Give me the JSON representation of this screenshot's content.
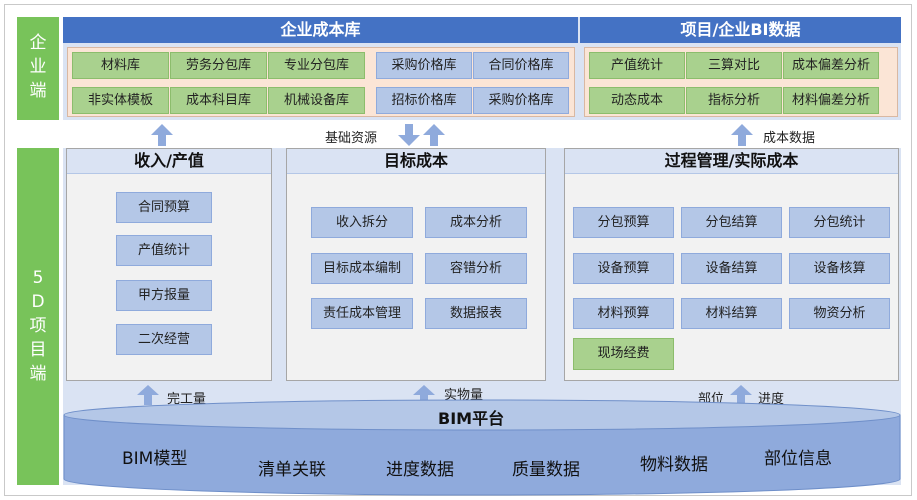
{
  "enterprise_side_label": "企业端",
  "project_side_label": "5D项目端",
  "enterprise_library": {
    "title": "企业成本库",
    "group1": [
      "材料库",
      "劳务分包库",
      "专业分包库",
      "非实体模板",
      "成本科目库",
      "机械设备库"
    ],
    "group2": [
      "采购价格库",
      "合同价格库",
      "招标价格库",
      "采购价格库"
    ]
  },
  "project_bi": {
    "title": "项目/企业BI数据",
    "items": [
      "产值统计",
      "三算对比",
      "成本偏差分析",
      "动态成本",
      "指标分析",
      "材料偏差分析"
    ]
  },
  "connectors": {
    "base_resources": "基础资源",
    "cost_data": "成本数据",
    "completed_qty": "完工量",
    "physical_qty": "实物量",
    "location": "部位",
    "progress": "进度"
  },
  "income_box": {
    "title": "收入/产值",
    "items": [
      "合同预算",
      "产值统计",
      "甲方报量",
      "二次经营"
    ]
  },
  "target_box": {
    "title": "目标成本",
    "items": [
      "收入拆分",
      "成本分析",
      "目标成本编制",
      "容错分析",
      "责任成本管理",
      "数据报表"
    ]
  },
  "process_box": {
    "title": "过程管理/实际成本",
    "items": [
      "分包预算",
      "分包结算",
      "分包统计",
      "设备预算",
      "设备结算",
      "设备核算",
      "材料预算",
      "材料结算",
      "物资分析",
      "现场经费"
    ]
  },
  "bim_platform": {
    "title": "BIM平台",
    "items": [
      "BIM模型",
      "清单关联",
      "进度数据",
      "质量数据",
      "物料数据",
      "部位信息"
    ]
  },
  "colors": {
    "green": "#78c35a",
    "blue_header": "#4472c4",
    "peach": "#fbe5d6",
    "cell_green": "#a9d18e",
    "cell_blue": "#b4c7e7",
    "cylinder": "#8faadc"
  }
}
